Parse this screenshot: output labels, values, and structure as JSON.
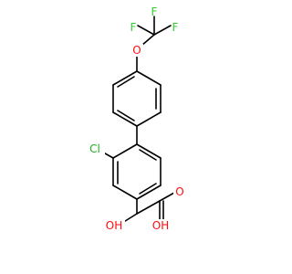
{
  "molecule": {
    "atoms": {
      "f_top": "F",
      "f_left": "F",
      "f_right": "F",
      "o_ether": "O",
      "cl": "Cl",
      "oh_left": "OH",
      "o_carbonyl": "O",
      "oh_acid": "OH"
    },
    "colors": {
      "carbon": "#000000",
      "fluorine": "#33cc33",
      "oxygen": "#ff0d0d",
      "chlorine": "#1fb01f"
    }
  }
}
